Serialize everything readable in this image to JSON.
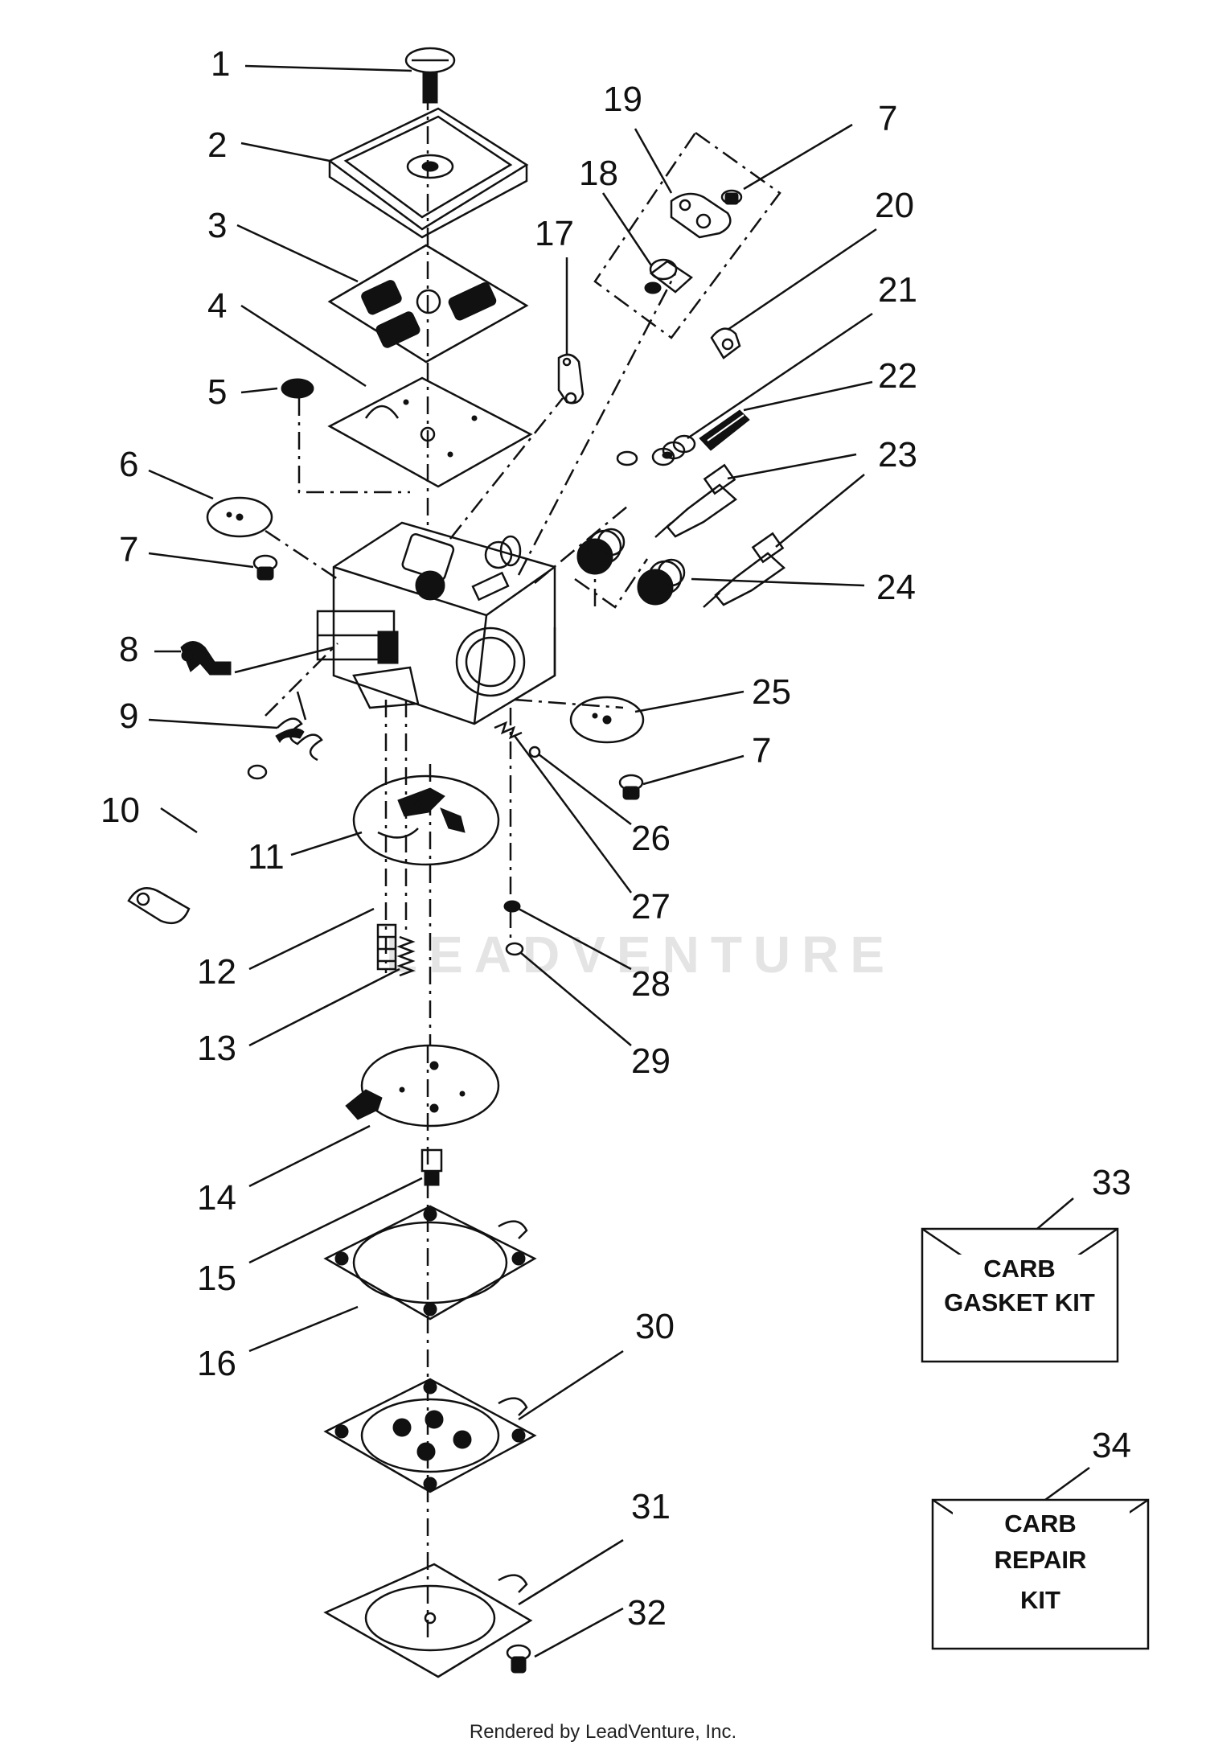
{
  "part_labels": {
    "p1": "1",
    "p2": "2",
    "p3": "3",
    "p4": "4",
    "p5": "5",
    "p6": "6",
    "p7a": "7",
    "p7b": "7",
    "p7c": "7",
    "p8": "8",
    "p9": "9",
    "p10": "10",
    "p11": "11",
    "p12": "12",
    "p13": "13",
    "p14": "14",
    "p15": "15",
    "p16": "16",
    "p17": "17",
    "p18": "18",
    "p19": "19",
    "p20": "20",
    "p21": "21",
    "p22": "22",
    "p23": "23",
    "p24": "24",
    "p25": "25",
    "p26": "26",
    "p27": "27",
    "p28": "28",
    "p29": "29",
    "p30": "30",
    "p31": "31",
    "p32": "32",
    "p33": "33",
    "p34": "34"
  },
  "kits": {
    "gasket_line1": "CARB",
    "gasket_line2": "GASKET KIT",
    "repair_line1": "CARB",
    "repair_line2": "REPAIR",
    "repair_line3": "KIT"
  },
  "watermark": "LEADVENTURE",
  "footer": "Rendered by LeadVenture, Inc."
}
